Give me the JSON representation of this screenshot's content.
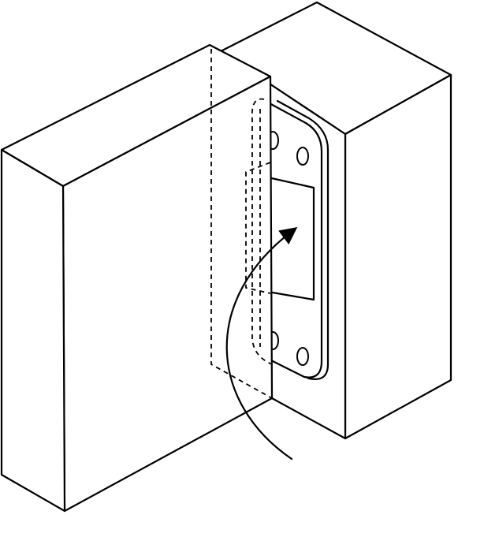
{
  "diagram": {
    "subject": "hinge-plate-between-two-blocks",
    "line_color": "#000000",
    "background_color": "#ffffff",
    "arrow_direction": "counter-clockwise-upward",
    "hole_count": 4
  }
}
